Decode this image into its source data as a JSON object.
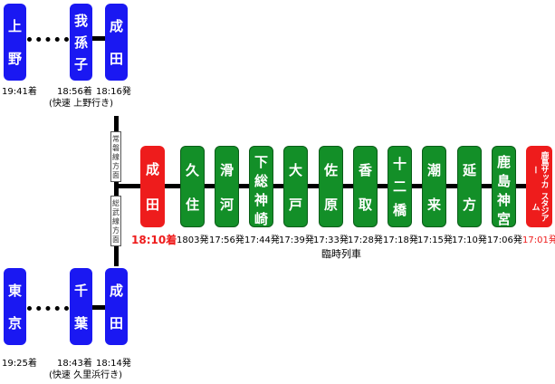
{
  "top_left": {
    "stations": [
      {
        "name": "上野",
        "chars": [
          "上",
          "野"
        ]
      },
      {
        "name": "我孫子",
        "chars": [
          "我",
          "孫",
          "子"
        ]
      },
      {
        "name": "成田",
        "chars": [
          "成",
          "田"
        ]
      }
    ],
    "times": {
      "ueno": "19:41着",
      "abiko": "18:56着",
      "narita": "18:16発"
    },
    "note": "(快速 上野行き)"
  },
  "bottom_left": {
    "stations": [
      {
        "name": "東京",
        "chars": [
          "東",
          "京"
        ]
      },
      {
        "name": "千葉",
        "chars": [
          "千",
          "葉"
        ]
      },
      {
        "name": "成田",
        "chars": [
          "成",
          "田"
        ]
      }
    ],
    "times": {
      "tokyo": "19:25着",
      "chiba": "18:43着",
      "narita": "18:14発"
    },
    "note": "(快速 久里浜行き)"
  },
  "directions": {
    "upper": [
      "常",
      "磐",
      "線",
      "方",
      "面"
    ],
    "lower": [
      "総",
      "武",
      "線",
      "方",
      "面"
    ]
  },
  "kashima_line": {
    "narita": {
      "chars": [
        "成",
        "田"
      ],
      "time": "18:10着"
    },
    "stations": [
      {
        "chars": [
          "久",
          "住"
        ],
        "time": "1803発"
      },
      {
        "chars": [
          "滑",
          "河"
        ],
        "time": "17:56発"
      },
      {
        "chars": [
          "下",
          "総",
          "神",
          "崎"
        ],
        "time": "17:44発"
      },
      {
        "chars": [
          "大",
          "戸"
        ],
        "time": "17:39発"
      },
      {
        "chars": [
          "佐",
          "原"
        ],
        "time": "17:33発"
      },
      {
        "chars": [
          "香",
          "取"
        ],
        "time": "17:28発"
      },
      {
        "chars": [
          "十",
          "二",
          "橋"
        ],
        "time": "17:18発"
      },
      {
        "chars": [
          "潮",
          "来"
        ],
        "time": "17:15発"
      },
      {
        "chars": [
          "延",
          "方"
        ],
        "time": "17:10発"
      },
      {
        "chars": [
          "鹿",
          "島",
          "神",
          "宮"
        ],
        "time": "17:06発"
      }
    ],
    "soccer": {
      "lines": [
        "鹿島サッカー",
        "スタジアム"
      ],
      "time": "17:01発"
    },
    "note": "臨時列車"
  },
  "colors": {
    "jr_blue": "#1a18f2",
    "rinji_green": "#138f28",
    "red": "#ee1c1c"
  }
}
